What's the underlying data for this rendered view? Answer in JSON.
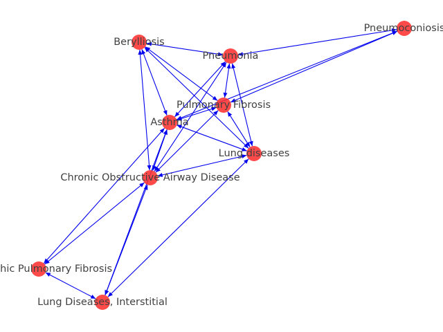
{
  "graph": {
    "node_color": "#ff2a2a",
    "edge_color": "#0000ee",
    "label_color": "#404040",
    "nodes": [
      {
        "id": "pneumoconiosis",
        "label": "Pneumoconiosis"
      },
      {
        "id": "berylliosis",
        "label": "Berylliosis"
      },
      {
        "id": "pneumonia",
        "label": "Pneumonia"
      },
      {
        "id": "pulmonary-fibrosis",
        "label": "Pulmonary Fibrosis"
      },
      {
        "id": "asthma",
        "label": "Asthma"
      },
      {
        "id": "lung-diseases",
        "label": "Lung diseases"
      },
      {
        "id": "copd",
        "label": "Chronic Obstructive Airway Disease"
      },
      {
        "id": "idiopathic-pf",
        "label": "Idiopathic Pulmonary Fibrosis"
      },
      {
        "id": "lung-diseases-interstitial",
        "label": "Lung Diseases, Interstitial"
      }
    ],
    "edges": [
      [
        "pneumoconiosis",
        "pneumonia"
      ],
      [
        "pneumoconiosis",
        "pulmonary-fibrosis"
      ],
      [
        "pneumoconiosis",
        "asthma"
      ],
      [
        "berylliosis",
        "pneumonia"
      ],
      [
        "berylliosis",
        "asthma"
      ],
      [
        "berylliosis",
        "lung-diseases"
      ],
      [
        "berylliosis",
        "copd"
      ],
      [
        "berylliosis",
        "pulmonary-fibrosis"
      ],
      [
        "pneumonia",
        "pulmonary-fibrosis"
      ],
      [
        "pneumonia",
        "asthma"
      ],
      [
        "pneumonia",
        "lung-diseases"
      ],
      [
        "pneumonia",
        "copd"
      ],
      [
        "pulmonary-fibrosis",
        "asthma"
      ],
      [
        "pulmonary-fibrosis",
        "lung-diseases"
      ],
      [
        "pulmonary-fibrosis",
        "copd"
      ],
      [
        "asthma",
        "lung-diseases"
      ],
      [
        "asthma",
        "copd"
      ],
      [
        "asthma",
        "idiopathic-pf"
      ],
      [
        "asthma",
        "lung-diseases-interstitial"
      ],
      [
        "lung-diseases",
        "copd"
      ],
      [
        "lung-diseases",
        "lung-diseases-interstitial"
      ],
      [
        "copd",
        "idiopathic-pf"
      ],
      [
        "copd",
        "lung-diseases-interstitial"
      ],
      [
        "idiopathic-pf",
        "lung-diseases-interstitial"
      ]
    ]
  }
}
